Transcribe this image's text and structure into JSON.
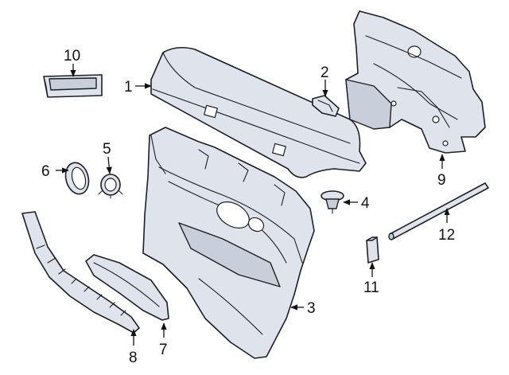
{
  "diagram": {
    "callouts": [
      "1",
      "2",
      "3",
      "4",
      "5",
      "6",
      "7",
      "8",
      "9",
      "10",
      "11",
      "12"
    ]
  },
  "colors": {
    "part_fill": "#dfe3ec",
    "part_shade": "#c9cedb",
    "line": "#1c1f26"
  }
}
